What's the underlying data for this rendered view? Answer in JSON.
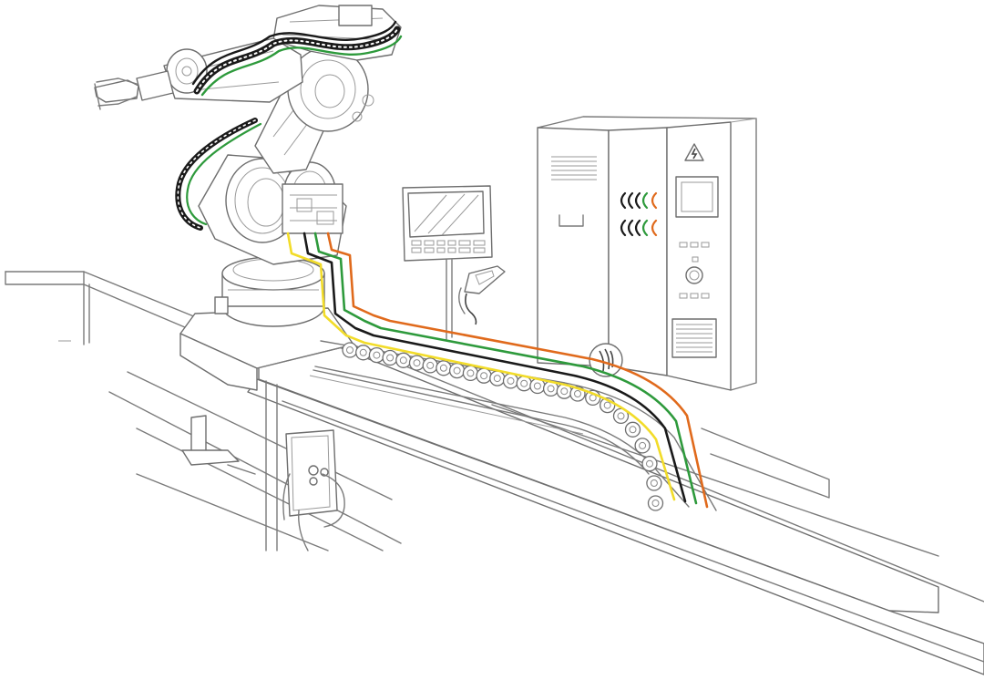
{
  "palette": {
    "line": "#7a7a7a",
    "dark": "#3a3a3a",
    "cable_yellow": "#f2dc29",
    "cable_black": "#1a1a1a",
    "cable_green": "#2e9a3c",
    "cable_orange": "#e06a1c",
    "background": "#ffffff"
  },
  "icons": {
    "warning": "high-voltage-warning-icon",
    "cable_signal": "cable-wave-icon"
  },
  "elements": {
    "robot": "industrial-robot-arm",
    "track": "linear-track-rail",
    "drag_chain": "cable-drag-chain",
    "monitor": "hmi-monitor",
    "pendant": "teach-pendant",
    "cabinet": "control-cabinet",
    "junction_box": "junction-box"
  }
}
